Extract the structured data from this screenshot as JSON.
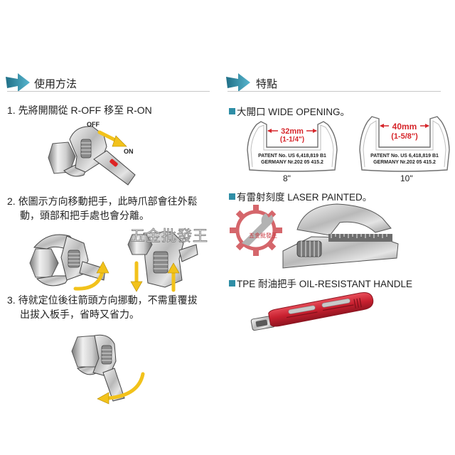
{
  "left_section": {
    "heading": "使用方法",
    "steps": [
      {
        "line1": "1. 先將開關從 R-OFF 移至 R-ON",
        "off_label": "OFF",
        "on_label": "ON"
      },
      {
        "line1": "2. 依圖示方向移動把手，此時爪部會往外鬆",
        "line2": "動，頭部和把手處也會分離。"
      },
      {
        "line1": "3. 待就定位後往箭頭方向挪動，不需重覆拔",
        "line2": "出拔入板手，省時又省力。"
      }
    ]
  },
  "right_section": {
    "heading": "特點",
    "features": [
      {
        "label": "大開口 WIDE OPENING。"
      },
      {
        "label": "有雷射刻度 LASER PAINTED。"
      },
      {
        "label": "TPE 耐油把手 OIL-RESISTANT HANDLE"
      }
    ],
    "openings": [
      {
        "mm": "32mm",
        "inch": "(1-1/4\")",
        "patent_line1": "PATENT No. US 6,418,819 B1",
        "patent_line2": "GERMANY  Nr.202 05 415.2",
        "size": "8\""
      },
      {
        "mm": "40mm",
        "inch": "(1-5/8\")",
        "patent_line1": "PATENT No. US 6,418,819 B1",
        "patent_line2": "GERMANY  Nr.202 05 415.2",
        "size": "10\""
      }
    ]
  },
  "watermark": {
    "text": "五金批發王",
    "logo_text": "五金批發王"
  },
  "icons": {
    "heading_arrow": "right-arrow-icon",
    "bullet": "square-bullet-icon",
    "logo": "gear-wrench-logo-icon"
  },
  "colors": {
    "accent": "#2f8ea6",
    "motion_arrow": "#f2c21b",
    "dimension": "#d6262b",
    "handle": "#c8202f",
    "logo": "#c8333a"
  }
}
